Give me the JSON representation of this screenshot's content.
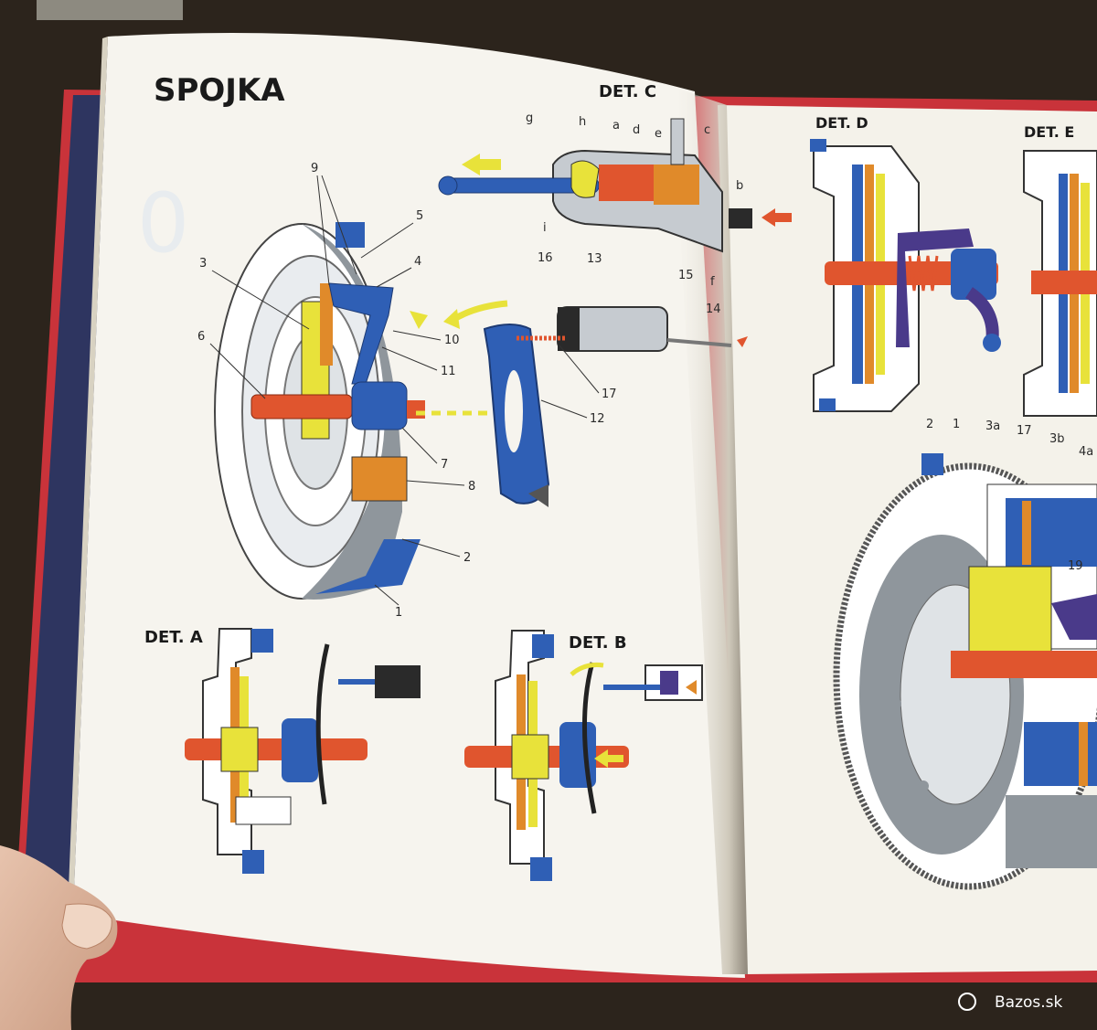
{
  "page_title": "SPOJKA",
  "detail_titles": {
    "a": "DET. A",
    "b": "DET. B",
    "c": "DET. C",
    "d": "DET. D",
    "e": "DET. E"
  },
  "main_callouts": [
    "9",
    "5",
    "4",
    "3",
    "6",
    "10",
    "11",
    "7",
    "8",
    "2",
    "1",
    "16",
    "13",
    "15",
    "14",
    "17",
    "12"
  ],
  "detc_callouts": [
    "g",
    "h",
    "a",
    "d",
    "e",
    "c",
    "b",
    "i",
    "f"
  ],
  "right_callouts": [
    "2",
    "1",
    "3a",
    "17",
    "3b",
    "4a",
    "19"
  ],
  "watermark": "Bazos.sk",
  "colors": {
    "blue": "#2f5fb5",
    "red_orange": "#e0552e",
    "yellow": "#e8e23a",
    "orange": "#e08a2a",
    "violet": "#4a3a8a",
    "paper": "#f6f4ee",
    "book_cover": "#c9333a"
  }
}
